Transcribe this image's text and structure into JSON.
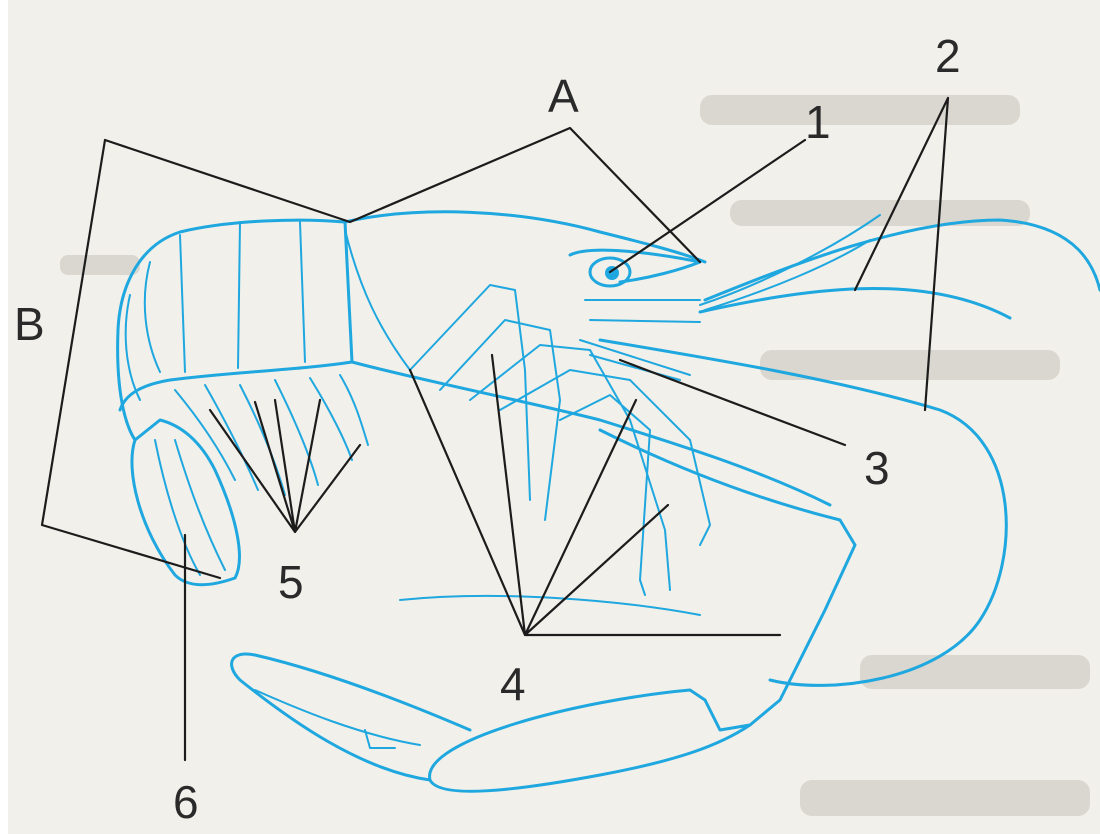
{
  "labels": {
    "A": "A",
    "B": "B",
    "n1": "1",
    "n2": "2",
    "n3": "3",
    "n4": "4",
    "n5": "5",
    "n6": "6"
  },
  "colors": {
    "outline": "#1fa7df",
    "pointer": "#1c1c1c",
    "paper": "#f1f0ea"
  }
}
